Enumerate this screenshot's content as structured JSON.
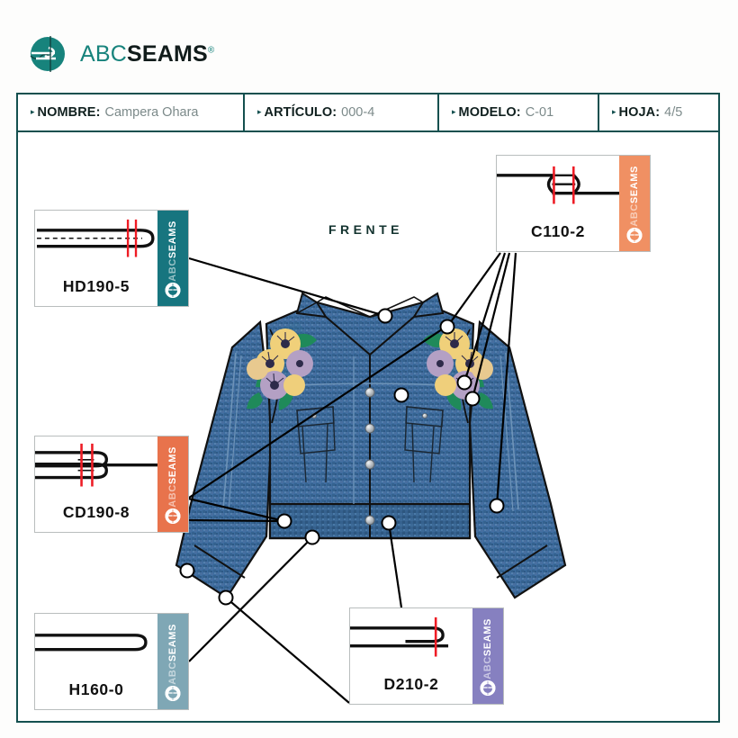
{
  "brand": {
    "name_light": "ABC",
    "name_bold": "SEAMS",
    "registered": "®",
    "logo_icon": "needle-thread-circle-logo",
    "color": "#17837c"
  },
  "header": {
    "fields": [
      {
        "label": "NOMBRE:",
        "value": "Campera Ohara"
      },
      {
        "label": "ARTÍCULO:",
        "value": "000-4"
      },
      {
        "label": "MODELO:",
        "value": "C-01"
      },
      {
        "label": "HOJA:",
        "value": "4/5"
      }
    ],
    "border_color": "#14504f"
  },
  "garment": {
    "view_label": "FRENTE",
    "type": "denim-jacket-front",
    "denim_color": "#3d6da0",
    "outline_color": "#111111",
    "embroidery": "floral-shoulder-applique"
  },
  "callouts": [
    {
      "code": "HD190-5",
      "tab_color": "#17757f",
      "tab_text": "ABCSEAMS",
      "diagram": "double-fold-hem-stitch",
      "marker_color": "#ee1c25",
      "marker_count": 2
    },
    {
      "code": "CD190-8",
      "tab_color": "#e8734c",
      "tab_text": "ABCSEAMS",
      "diagram": "triple-line-bound-seam",
      "marker_color": "#ee1c25",
      "marker_count": 2
    },
    {
      "code": "H160-0",
      "tab_color": "#7fa7b5",
      "tab_text": "ABCSEAMS",
      "diagram": "simple-folded-hem",
      "marker_color": "#ee1c25",
      "marker_count": 0
    },
    {
      "code": "C110-2",
      "tab_color": "#f09063",
      "tab_text": "ABCSEAMS",
      "diagram": "lapped-seam-lens",
      "marker_color": "#ee1c25",
      "marker_count": 2
    },
    {
      "code": "D210-2",
      "tab_color": "#8680c0",
      "tab_text": "ABCSEAMS",
      "diagram": "single-fold-edge-finish",
      "marker_color": "#ee1c25",
      "marker_count": 1
    }
  ]
}
